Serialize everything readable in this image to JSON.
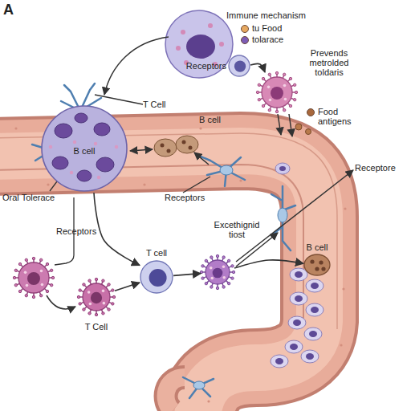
{
  "diagram": {
    "nodes": [
      {
        "text": [
          "B cell"
        ]
      },
      {
        "text": [
          "Receptors"
        ]
      },
      {
        "text": [
          "Prevends metrolded toldaris"
        ]
      },
      {
        "text": [
          "T cell"
        ]
      },
      {
        "text": [
          "T Cell"
        ]
      },
      {
        "text": [
          "B cell"
        ]
      },
      {
        "text": [
          "Excethignid tiost"
        ]
      }
    ],
    "edges": [
      {
        "from": 1,
        "to": 2,
        "arrow": "to"
      },
      {
        "from": 4,
        "to": 3,
        "arrow": "to"
      },
      {
        "from": 3,
        "to": 6,
        "arrow": "to"
      },
      {
        "from": 6,
        "to": 5,
        "arrow": "to"
      },
      {
        "from": 0,
        "to": 3,
        "label": "Receptors",
        "arrow": "to"
      }
    ],
    "labels": [
      "A",
      "Immune mechanism",
      "T Cell",
      "B cell",
      "Oral Tolerace",
      "Receptors",
      "Receptore"
    ],
    "legend": [
      {
        "text": "tu Food",
        "color": "#e6a860"
      },
      {
        "text": "tolarace",
        "color": "#7d5cb5"
      },
      {
        "text": "Food antigens",
        "color": "#a8683c"
      }
    ]
  }
}
